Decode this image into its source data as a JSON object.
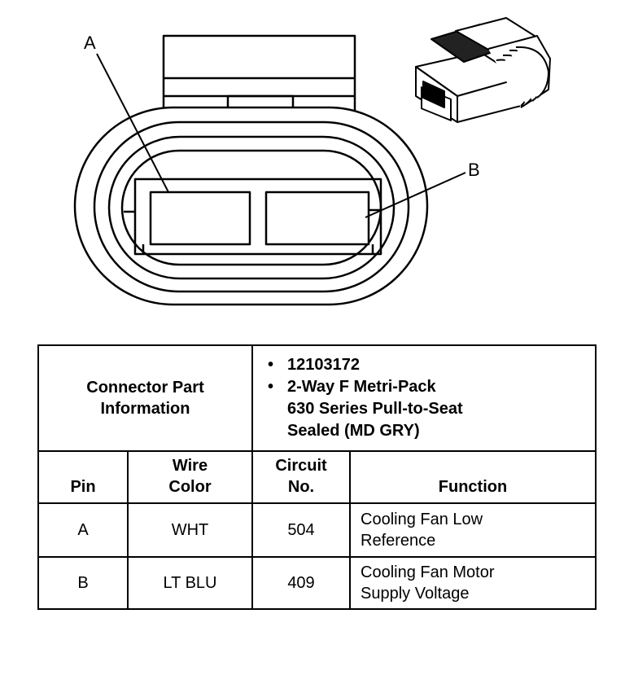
{
  "diagram": {
    "callouts": {
      "a": "A",
      "b": "B"
    }
  },
  "table": {
    "part_info_label_line1": "Connector Part",
    "part_info_label_line2": "Information",
    "part_info_items": [
      {
        "lines": [
          "12103172"
        ]
      },
      {
        "lines": [
          "2-Way F Metri-Pack",
          "630 Series Pull-to-Seat",
          "Sealed (MD GRY)"
        ]
      }
    ],
    "headers": {
      "pin": "Pin",
      "wire_color_line1": "Wire",
      "wire_color_line2": "Color",
      "circuit_line1": "Circuit",
      "circuit_line2": "No.",
      "function": "Function"
    },
    "rows": [
      {
        "pin": "A",
        "wire_color": "WHT",
        "circuit": "504",
        "function_line1": "Cooling Fan Low",
        "function_line2": "Reference"
      },
      {
        "pin": "B",
        "wire_color": "LT BLU",
        "circuit": "409",
        "function_line1": "Cooling Fan Motor",
        "function_line2": "Supply Voltage"
      }
    ]
  }
}
